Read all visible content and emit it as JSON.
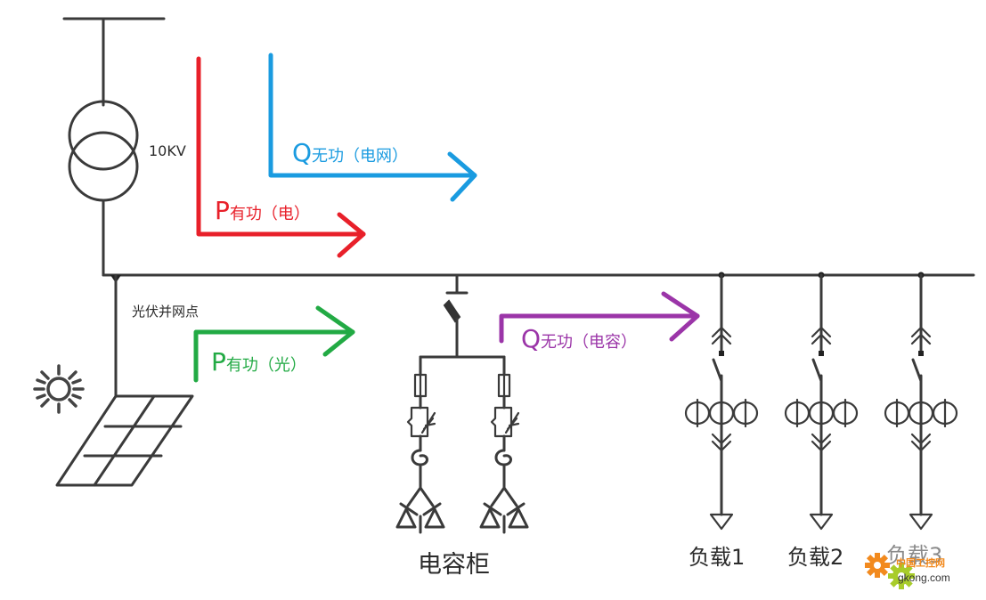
{
  "title": "光伏并网无功补偿示意图",
  "transformer": {
    "label": "10KV"
  },
  "pv": {
    "grid_point_label": "光伏并网点"
  },
  "flows": [
    {
      "id": "p-grid",
      "symbol": "P",
      "label": "有功（电）",
      "color": "#e8202a"
    },
    {
      "id": "q-grid",
      "symbol": "Q",
      "label": "无功（电网）",
      "color": "#1a9be0"
    },
    {
      "id": "p-pv",
      "symbol": "P",
      "label": "有功（光）",
      "color": "#22aa44"
    },
    {
      "id": "q-cap",
      "symbol": "Q",
      "label": "无功（电容）",
      "color": "#9b35a8"
    }
  ],
  "capacitor_cabinet": {
    "label": "电容柜"
  },
  "loads": [
    {
      "label": "负载1"
    },
    {
      "label": "负载2"
    },
    {
      "label": "负载3"
    }
  ],
  "watermark": {
    "cn": "中国工控网",
    "url": "gkong.com",
    "gear_colors": [
      "#f28a1e",
      "#a8cc2a"
    ]
  }
}
